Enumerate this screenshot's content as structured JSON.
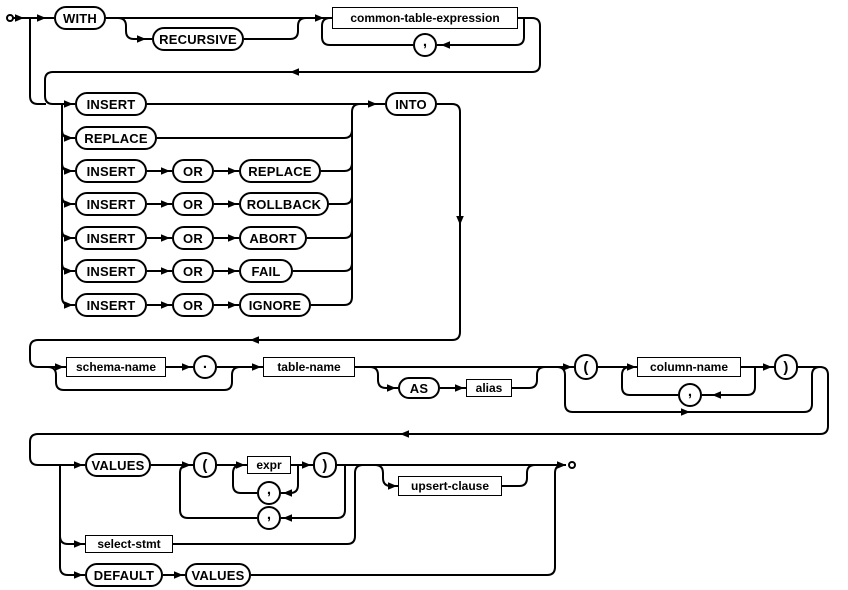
{
  "diagram": {
    "name": "insert-stmt-syntax-diagram",
    "colors": {
      "line": "#000000",
      "box_border": "#000000",
      "box_fill": "#ffffff",
      "background": "#ffffff",
      "text": "#000000"
    },
    "keywords": {
      "with": "WITH",
      "recursive": "RECURSIVE",
      "insert": "INSERT",
      "replace": "REPLACE",
      "or": "OR",
      "rollback": "ROLLBACK",
      "abort": "ABORT",
      "fail": "FAIL",
      "ignore": "IGNORE",
      "into": "INTO",
      "as": "AS",
      "values": "VALUES",
      "default": "DEFAULT"
    },
    "symbols": {
      "comma": ",",
      "dot": ".",
      "lparen": "(",
      "rparen": ")"
    },
    "nonterminals": {
      "common_table_expression": "common-table-expression",
      "schema_name": "schema-name",
      "table_name": "table-name",
      "alias": "alias",
      "column_name": "column-name",
      "expr": "expr",
      "upsert_clause": "upsert-clause",
      "select_stmt": "select-stmt"
    }
  }
}
